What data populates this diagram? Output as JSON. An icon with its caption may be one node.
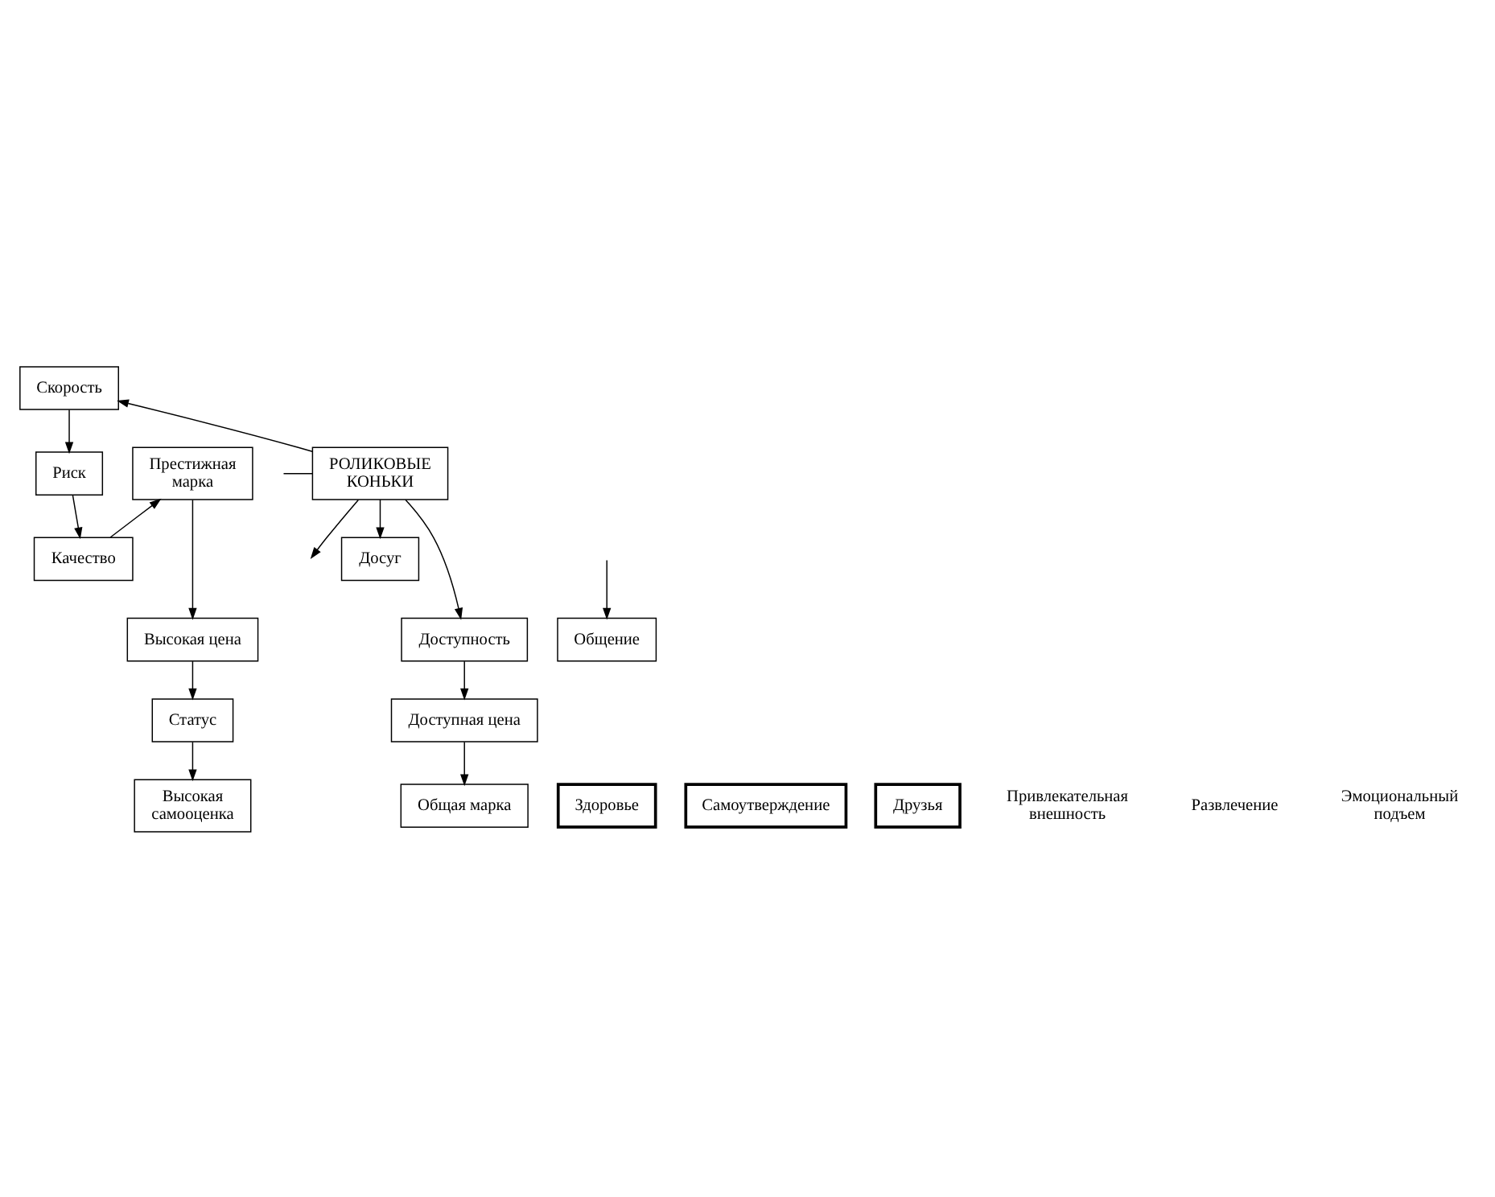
{
  "diagram": {
    "nodes": [
      {
        "text": [
          "Скорость"
        ]
      },
      {
        "text": [
          "РОЛИКОВЫЕ КОНЬКИ"
        ]
      },
      {
        "text": [
          "Риск"
        ]
      },
      {
        "text": [
          "Престижная марка"
        ]
      },
      {
        "text": [
          "Досуг"
        ]
      },
      {
        "text": [
          "Качество"
        ]
      },
      {
        "text": [
          "Общение"
        ]
      },
      {
        "text": [
          "Доступность"
        ]
      },
      {
        "text": [
          "Высокая цена"
        ]
      },
      {
        "text": [
          "Доступная цена"
        ]
      },
      {
        "text": [
          "Статус"
        ]
      },
      {
        "text": [
          "Общая марка"
        ]
      },
      {
        "text": [
          "Высокая самооценка"
        ]
      },
      {
        "text": [
          "Здоровье"
        ]
      },
      {
        "text": [
          "Самоутверждение"
        ]
      },
      {
        "text": [
          "Друзья"
        ]
      }
    ],
    "edges": [
      {
        "from": 1,
        "to": 0,
        "arrow": "to"
      },
      {
        "from": 0,
        "to": 2,
        "arrow": "to"
      },
      {
        "from": 1,
        "to": null,
        "arrow": "to"
      },
      {
        "from": null,
        "to": 1,
        "arrow": "none"
      },
      {
        "from": 1,
        "to": 4,
        "arrow": "to"
      },
      {
        "from": 1,
        "to": 7,
        "arrow": "to"
      },
      {
        "from": 2,
        "to": 5,
        "arrow": "to"
      },
      {
        "from": 5,
        "to": 3,
        "arrow": "to"
      },
      {
        "from": 3,
        "to": 8,
        "arrow": "to"
      },
      {
        "from": null,
        "to": 6,
        "arrow": "to"
      },
      {
        "from": 7,
        "to": 9,
        "arrow": "to"
      },
      {
        "from": 9,
        "to": 11,
        "arrow": "to"
      },
      {
        "from": 8,
        "to": 10,
        "arrow": "to"
      },
      {
        "from": 10,
        "to": 12,
        "arrow": "to"
      }
    ],
    "labels": [
      "Привлекательная внешность",
      "Развлечение",
      "Эмоциональный подъем"
    ]
  }
}
